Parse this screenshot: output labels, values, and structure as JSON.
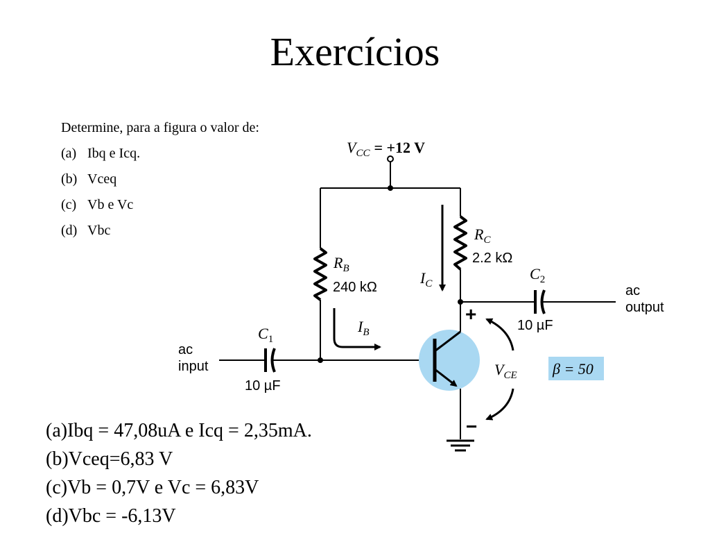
{
  "slide": {
    "title": "Exercícios",
    "prompt": "Determine, para a figura o valor de:",
    "questions": [
      {
        "label": "(a)",
        "text": "Ibq e Icq."
      },
      {
        "label": "(b)",
        "text": "Vceq"
      },
      {
        "label": "(c)",
        "text": "Vb e Vc"
      },
      {
        "label": "(d)",
        "text": "Vbc"
      }
    ],
    "answers": [
      "(a)Ibq = 47,08uA e Icq = 2,35mA.",
      "(b)Vceq=6,83 V",
      "(c)Vb = 0,7V e Vc = 6,83V",
      "(d)Vbc = -6,13V"
    ]
  },
  "circuit": {
    "vcc": {
      "symbol": "V",
      "sub": "CC",
      "value": "= +12 V"
    },
    "rc": {
      "symbol": "R",
      "sub": "C",
      "value": "2.2 kΩ"
    },
    "rb": {
      "symbol": "R",
      "sub": "B",
      "value": "240 kΩ"
    },
    "ic": {
      "symbol": "I",
      "sub": "C"
    },
    "ib": {
      "symbol": "I",
      "sub": "B"
    },
    "c1": {
      "symbol": "C",
      "sub": "1",
      "value": "10 µF"
    },
    "c2": {
      "symbol": "C",
      "sub": "2",
      "value": "10 µF"
    },
    "vce": {
      "symbol": "V",
      "sub": "CE",
      "plus": "+",
      "minus": "−"
    },
    "input_label": {
      "line1": "ac",
      "line2": "input"
    },
    "output_label": {
      "line1": "ac",
      "line2": "output"
    },
    "beta": "β = 50",
    "colors": {
      "transistor_fill": "#a9d8f2",
      "beta_fill": "#a9d8f2",
      "wire": "#000000"
    }
  }
}
